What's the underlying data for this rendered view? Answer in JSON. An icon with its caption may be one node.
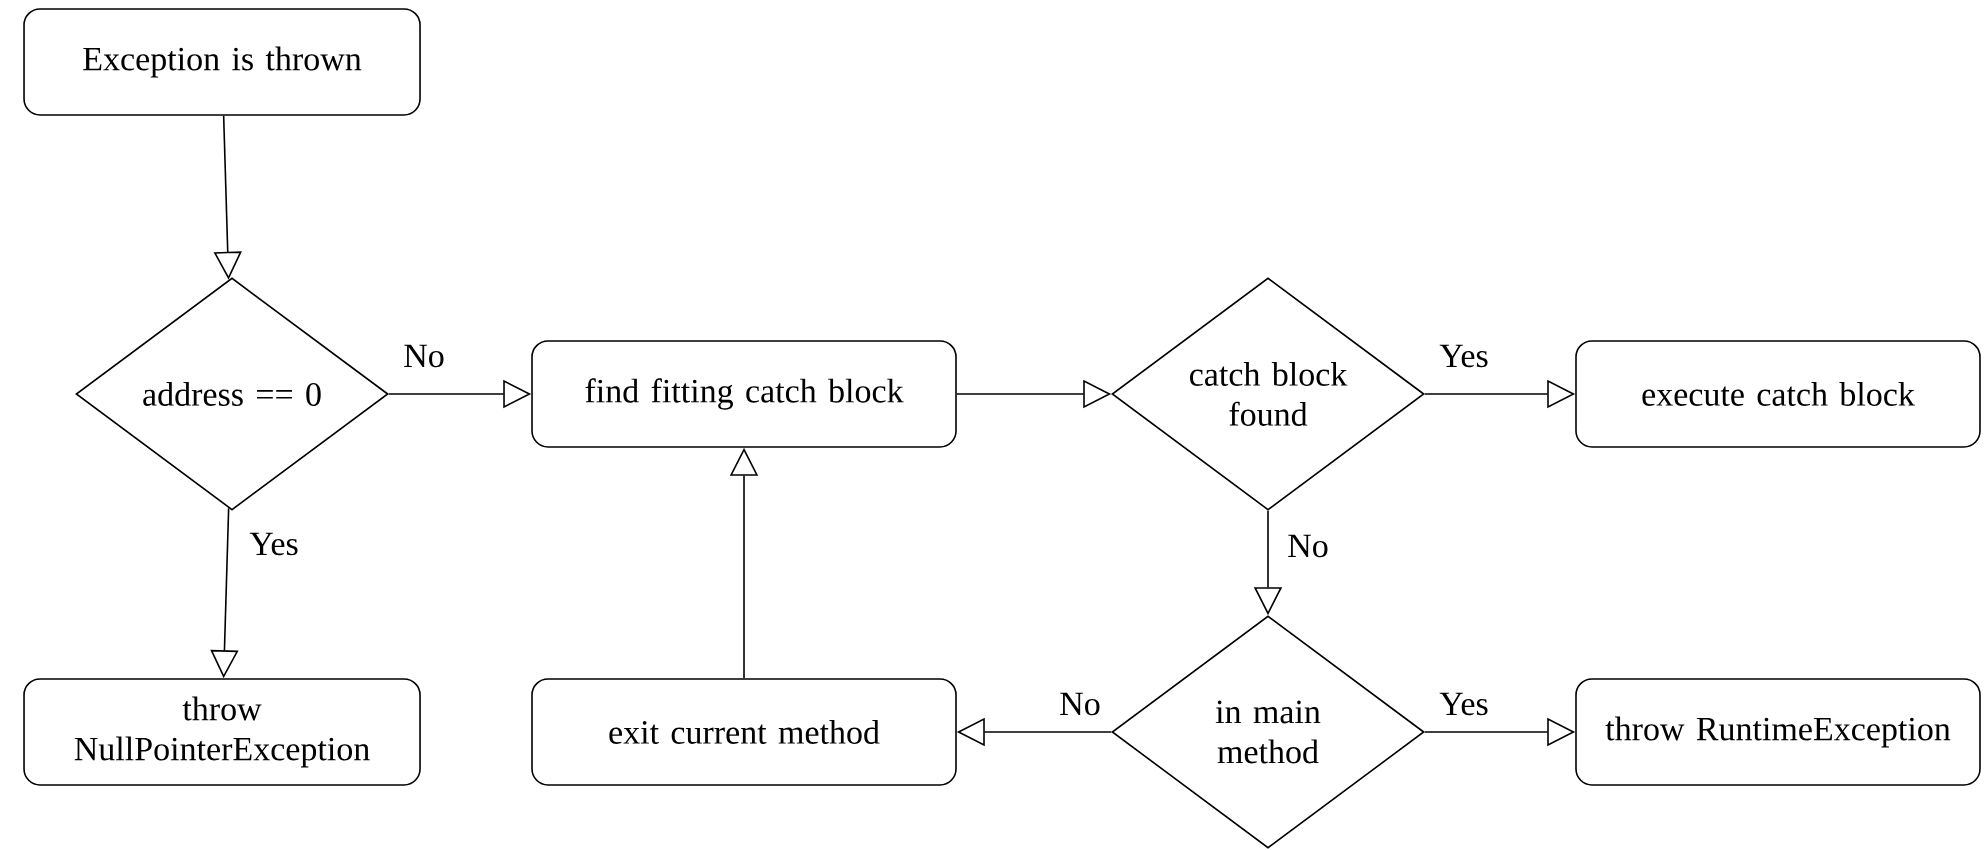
{
  "diagram": {
    "nodes": [
      {
        "text": [
          "Exception is thrown"
        ]
      },
      {
        "text": [
          "address == 0"
        ]
      },
      {
        "text": [
          "throw NullPointerException"
        ]
      },
      {
        "text": [
          "find fitting catch block"
        ]
      },
      {
        "text": [
          "catch block found"
        ]
      },
      {
        "text": [
          "execute catch block"
        ]
      },
      {
        "text": [
          "exit current method"
        ]
      },
      {
        "text": [
          "in main method"
        ]
      },
      {
        "text": [
          "throw RuntimeException"
        ]
      }
    ],
    "edges": [
      {
        "from": 0,
        "to": 1,
        "arrow": "to"
      },
      {
        "from": 1,
        "to": 3,
        "arrow": "to",
        "label": "No"
      },
      {
        "from": 1,
        "to": 2,
        "arrow": "to",
        "label": "Yes"
      },
      {
        "from": 3,
        "to": 4,
        "arrow": "to"
      },
      {
        "from": 4,
        "to": 5,
        "arrow": "to",
        "label": "Yes"
      },
      {
        "from": 4,
        "to": 7,
        "arrow": "to",
        "label": "No"
      },
      {
        "from": 7,
        "to": 6,
        "arrow": "to",
        "label": "No"
      },
      {
        "from": 7,
        "to": 8,
        "arrow": "to",
        "label": "Yes"
      },
      {
        "from": 6,
        "to": 3,
        "arrow": "to"
      }
    ]
  }
}
